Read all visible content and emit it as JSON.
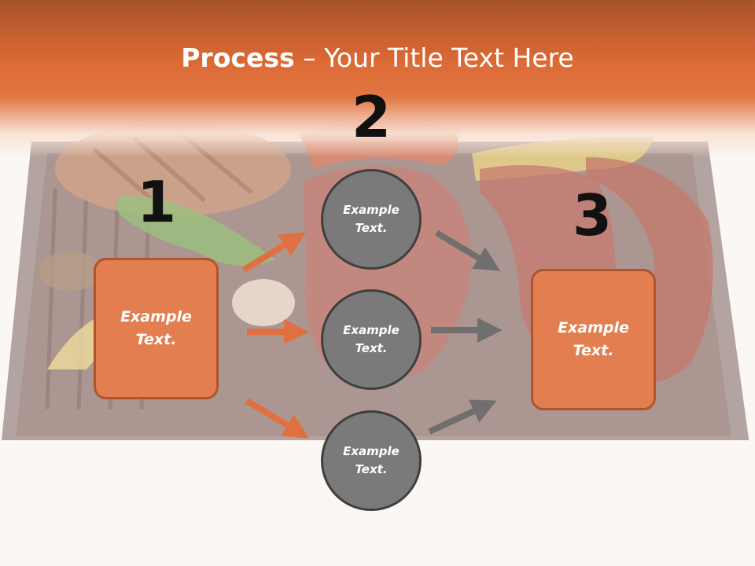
{
  "title": {
    "bold": "Process",
    "rest": " – Your Title Text Here"
  },
  "steps": [
    {
      "number": "1",
      "text": "Example Text."
    },
    {
      "number": "2",
      "text": "Example Text."
    },
    {
      "number": "3",
      "text": "Example Text."
    }
  ],
  "middle_circles": [
    {
      "text": "Example Text."
    },
    {
      "text": "Example Text."
    },
    {
      "text": "Example Text."
    }
  ],
  "colors": {
    "accent": "#e27e4f",
    "accent_border": "#b0542b",
    "circle": "#7a7a7a",
    "circle_border": "#3f3f3f",
    "arrow_orange": "#e0703f",
    "arrow_gray": "#6f6f6f"
  }
}
